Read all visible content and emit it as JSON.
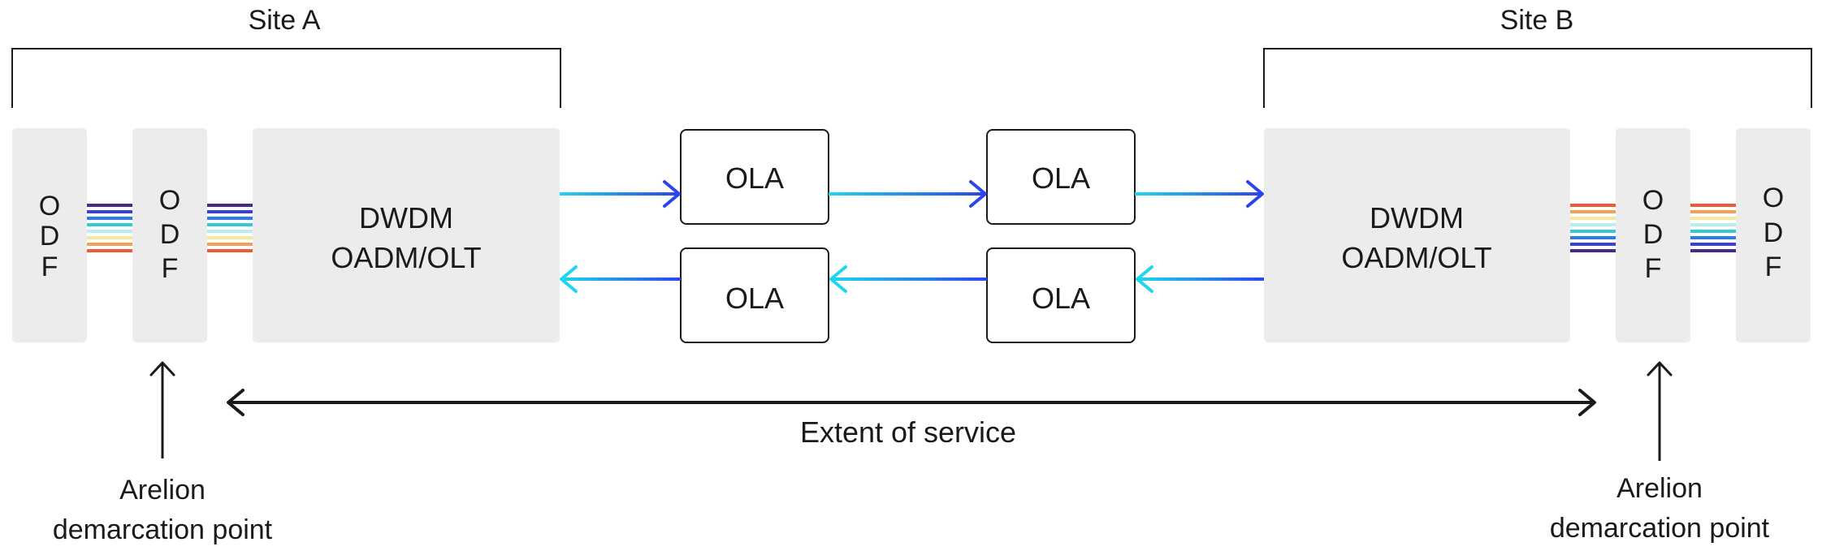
{
  "sites": {
    "a": {
      "label": "Site A"
    },
    "b": {
      "label": "Site B"
    }
  },
  "odf": {
    "lines": [
      "O",
      "D",
      "F"
    ]
  },
  "dwdm": {
    "line1": "DWDM",
    "line2": "OADM/OLT"
  },
  "ola": {
    "label": "OLA"
  },
  "extent": {
    "label": "Extent of service"
  },
  "demarcation": {
    "line1": "Arelion",
    "line2": "demarcation point"
  },
  "colors": {
    "box_fill": "#ececec",
    "stroke": "#1a1a1a",
    "arrow_blue": "#2a46e8",
    "arrow_cyan": "#1fd6ee",
    "fiber": [
      "#4b2a86",
      "#3b3fe0",
      "#2a7de8",
      "#33c9dd",
      "#b6ecf6",
      "#f6e79b",
      "#f2a05a",
      "#ee5a3a"
    ]
  }
}
